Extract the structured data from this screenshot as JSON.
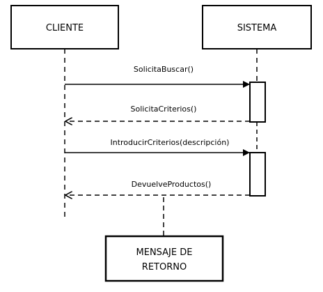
{
  "participants": {
    "cliente": "CLIENTE",
    "sistema": "SISTEMA"
  },
  "messages": [
    {
      "label": "SolicitaBuscar()",
      "kind": "call"
    },
    {
      "label": "SolicitaCriterios()",
      "kind": "return"
    },
    {
      "label": "IntroducirCriterios(descripción)",
      "kind": "call"
    },
    {
      "label": "DevuelveProductos()",
      "kind": "return"
    }
  ],
  "note": {
    "line1": "MENSAJE DE",
    "line2": "RETORNO"
  },
  "colors": {
    "stroke": "#000000",
    "background": "#ffffff"
  }
}
